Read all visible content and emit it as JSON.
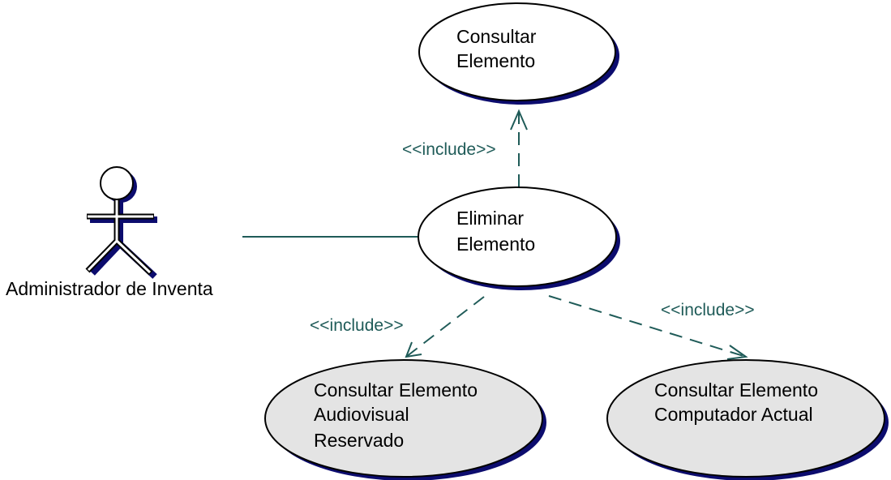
{
  "diagram": {
    "actor": {
      "label": "Administrador de Inventa",
      "icon": "stick-figure-actor-icon"
    },
    "use_cases": {
      "consultar_elemento": {
        "line1": "Consultar",
        "line2": "Elemento"
      },
      "eliminar_elemento": {
        "line1": "Eliminar",
        "line2": "Elemento"
      },
      "consultar_audiovisual": {
        "line1": "Consultar Elemento",
        "line2": "Audiovisual",
        "line3": "Reservado"
      },
      "consultar_computador": {
        "line1": "Consultar Elemento",
        "line2": "Computador Actual"
      }
    },
    "relationships": {
      "include_top": "<<include>>",
      "include_left": "<<include>>",
      "include_right": "<<include>>"
    },
    "colors": {
      "connector": "#1f5b58",
      "shadow": "#0c0c6e",
      "primary_fill": "#ffffff",
      "secondary_fill": "#e4e4e4",
      "outline": "#000000"
    }
  }
}
